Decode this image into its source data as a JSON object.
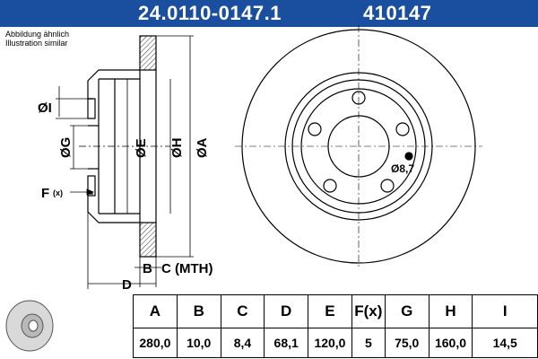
{
  "header": {
    "part_number": "24.0110-0147.1",
    "article_code": "410147"
  },
  "note": {
    "de": "Abbildung ähnlich",
    "en": "Illustration similar"
  },
  "drawing": {
    "side_labels": {
      "I": "ØI",
      "G": "ØG",
      "E": "ØE",
      "H": "ØH",
      "A": "ØA",
      "F": "F",
      "F_sub": "(x)",
      "B": "B",
      "C": "C (MTH)",
      "D": "D"
    },
    "front_labels": {
      "hole": "Ø8,7"
    }
  },
  "specs": {
    "columns": [
      {
        "header": "A",
        "value": "280,0"
      },
      {
        "header": "B",
        "value": "10,0"
      },
      {
        "header": "C",
        "value": "8,4"
      },
      {
        "header": "D",
        "value": "68,1"
      },
      {
        "header": "E",
        "value": "120,0"
      },
      {
        "header": "F(x)",
        "value": "5"
      },
      {
        "header": "G",
        "value": "75,0"
      },
      {
        "header": "H",
        "value": "160,0"
      },
      {
        "header": "I",
        "value": "14,5"
      }
    ]
  }
}
